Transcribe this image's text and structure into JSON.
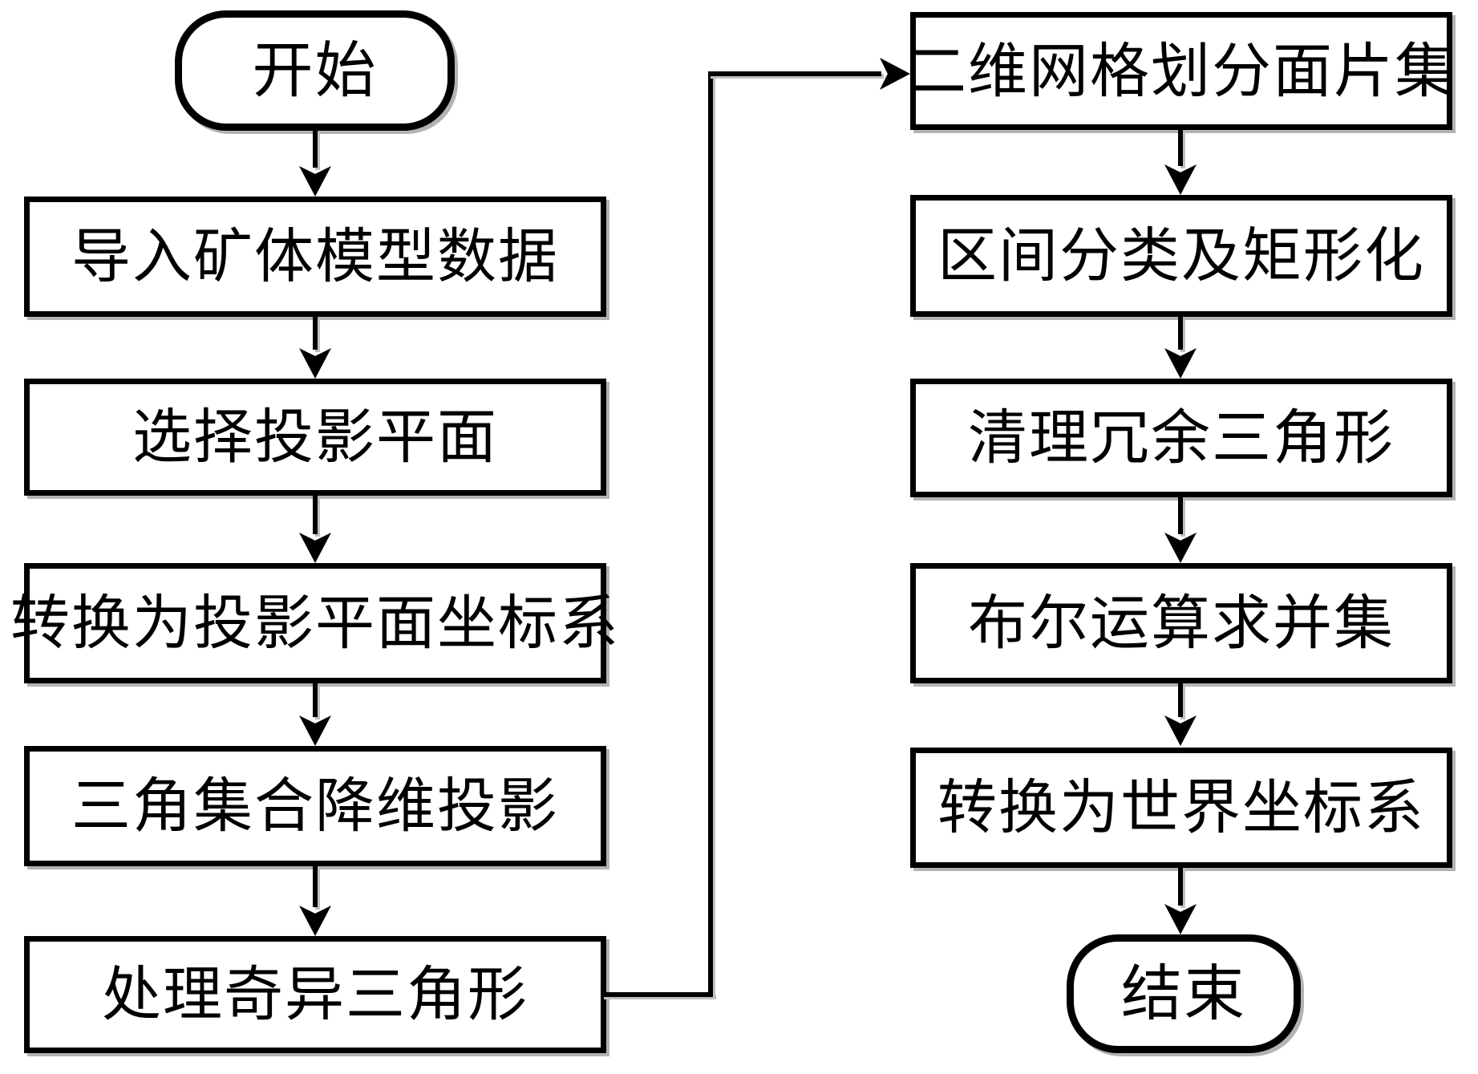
{
  "flowchart": {
    "start": {
      "id": "start",
      "shape": "terminator",
      "label": "开始"
    },
    "end": {
      "id": "end",
      "shape": "terminator",
      "label": "结束"
    },
    "left_column": [
      {
        "id": "import_model_data",
        "shape": "process",
        "label": "导入矿体模型数据"
      },
      {
        "id": "select_projection_plane",
        "shape": "process",
        "label": "选择投影平面"
      },
      {
        "id": "convert_projection_coords",
        "shape": "process",
        "label": "转换为投影平面坐标系"
      },
      {
        "id": "triangle_set_projection",
        "shape": "process",
        "label": "三角集合降维投影"
      },
      {
        "id": "handle_singular_triangles",
        "shape": "process",
        "label": "处理奇异三角形"
      }
    ],
    "right_column": [
      {
        "id": "grid_patch_set",
        "shape": "process",
        "label": "二维网格划分面片集"
      },
      {
        "id": "interval_rectangularize",
        "shape": "process",
        "label": "区间分类及矩形化"
      },
      {
        "id": "clean_redundant_triangles",
        "shape": "process",
        "label": "清理冗余三角形"
      },
      {
        "id": "boolean_union",
        "shape": "process",
        "label": "布尔运算求并集"
      },
      {
        "id": "convert_world_coords",
        "shape": "process",
        "label": "转换为世界坐标系"
      }
    ],
    "edges": [
      {
        "from": "start",
        "to": "import_model_data"
      },
      {
        "from": "import_model_data",
        "to": "select_projection_plane"
      },
      {
        "from": "select_projection_plane",
        "to": "convert_projection_coords"
      },
      {
        "from": "convert_projection_coords",
        "to": "triangle_set_projection"
      },
      {
        "from": "triangle_set_projection",
        "to": "handle_singular_triangles"
      },
      {
        "from": "handle_singular_triangles",
        "to": "grid_patch_set"
      },
      {
        "from": "grid_patch_set",
        "to": "interval_rectangularize"
      },
      {
        "from": "interval_rectangularize",
        "to": "clean_redundant_triangles"
      },
      {
        "from": "clean_redundant_triangles",
        "to": "boolean_union"
      },
      {
        "from": "boolean_union",
        "to": "convert_world_coords"
      },
      {
        "from": "convert_world_coords",
        "to": "end"
      }
    ],
    "style": {
      "stroke": "#000000",
      "fill": "#ffffff",
      "text": "#000000",
      "background": "#ffffff"
    }
  }
}
